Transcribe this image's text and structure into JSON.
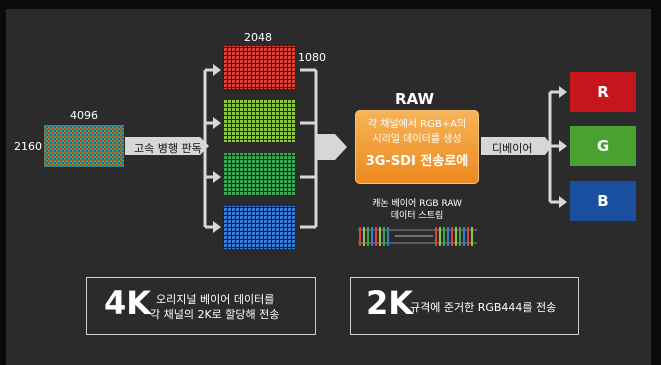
{
  "sensor": {
    "width_label": "4096",
    "height_label": "2160"
  },
  "split_label": "고속 병행 판독",
  "channels": {
    "width_label": "2048",
    "height_label": "1080"
  },
  "raw": {
    "title": "RAW",
    "line1": "각 채널에서 RGB+A의",
    "line2": "시리얼 데이터를 생성",
    "line3": "3G-SDI 전송로에"
  },
  "stream": {
    "line1": "캐논 베이어 RGB RAW",
    "line2": "데이터 스트림"
  },
  "debayer_label": "디베이어",
  "outputs": [
    {
      "label": "R",
      "color": "#c4161c"
    },
    {
      "label": "G",
      "color": "#4aa030"
    },
    {
      "label": "B",
      "color": "#1a4fa0"
    }
  ],
  "box4k": {
    "big": "4K",
    "line1": "오리지널 베이어 데이터를",
    "line2": "각 채널의 2K로 할당해 전송"
  },
  "box2k": {
    "big": "2K",
    "text": "규격에 준거한 RGB444를 전송"
  }
}
